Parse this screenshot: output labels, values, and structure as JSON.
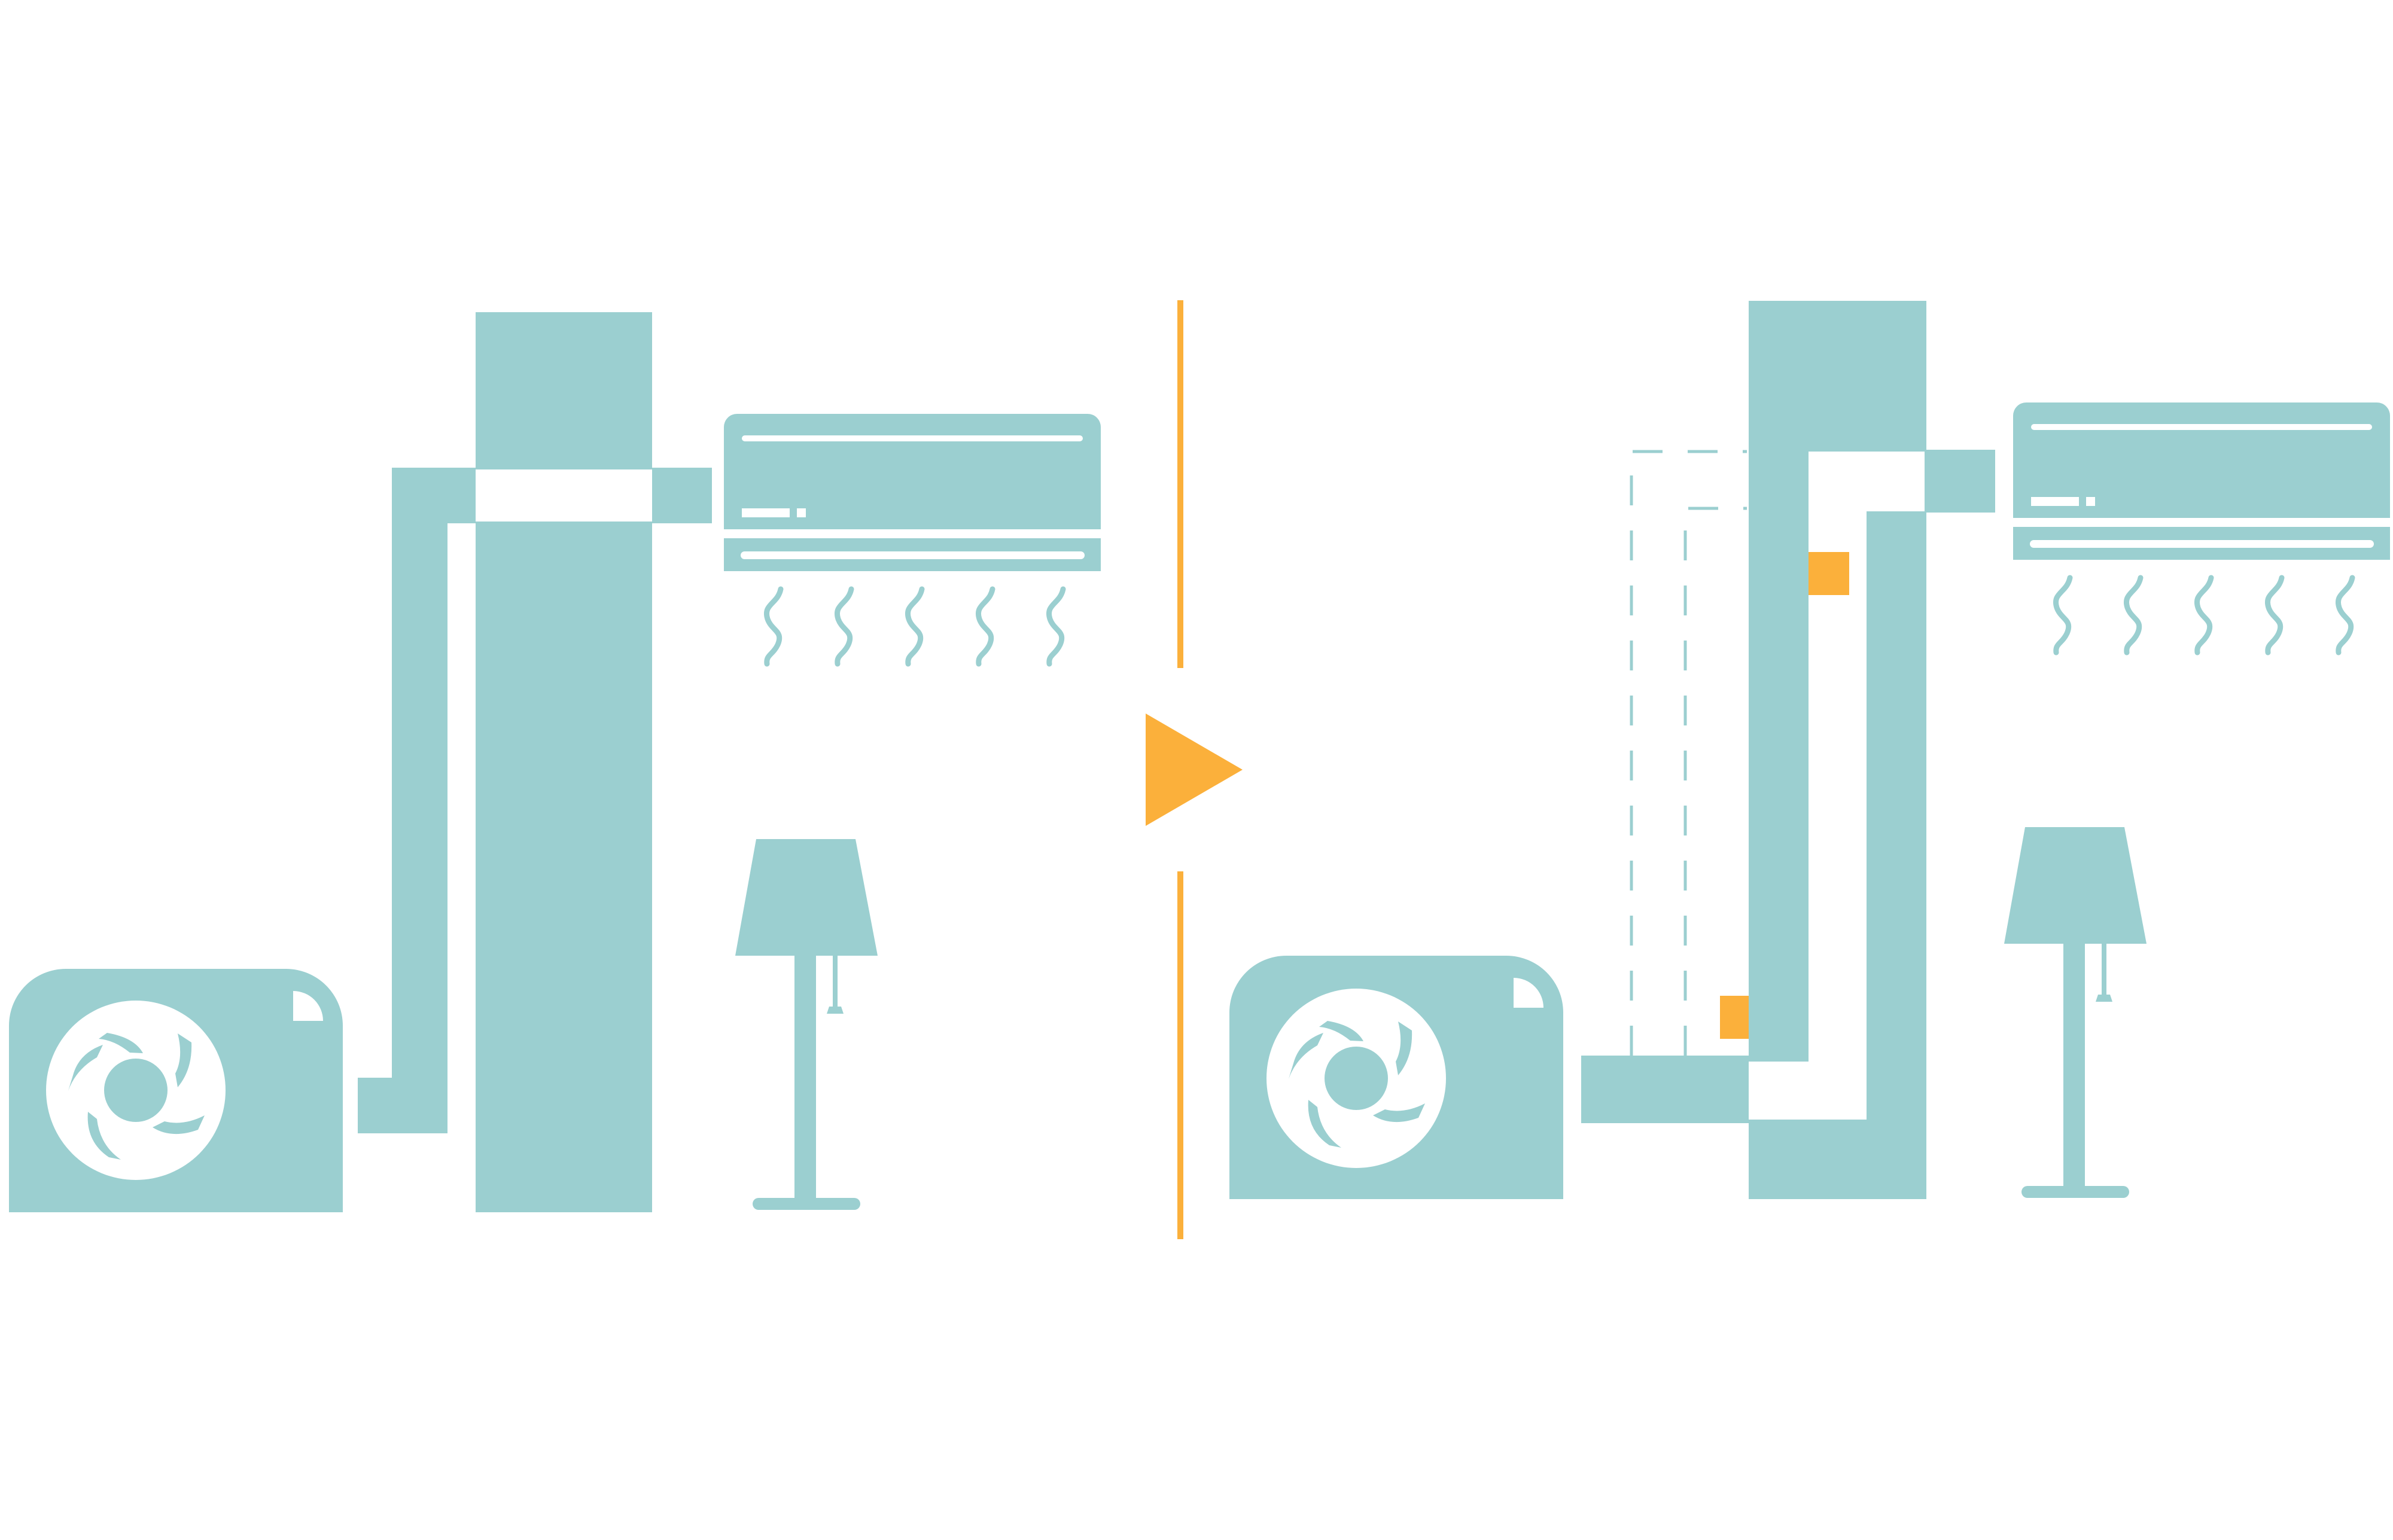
{
  "colors": {
    "teal": "#9bcfd0",
    "orange": "#fbb03b",
    "background": "#ffffff"
  },
  "scenes": [
    {
      "name": "before-installation",
      "pipe_routing": "around-wall"
    },
    {
      "name": "after-installation",
      "pipe_routing": "through-wall"
    }
  ],
  "icons": [
    "outdoor-unit-icon",
    "fan-icon",
    "indoor-unit-icon",
    "heat-wave-icon",
    "floor-lamp-icon",
    "play-arrow-icon"
  ]
}
